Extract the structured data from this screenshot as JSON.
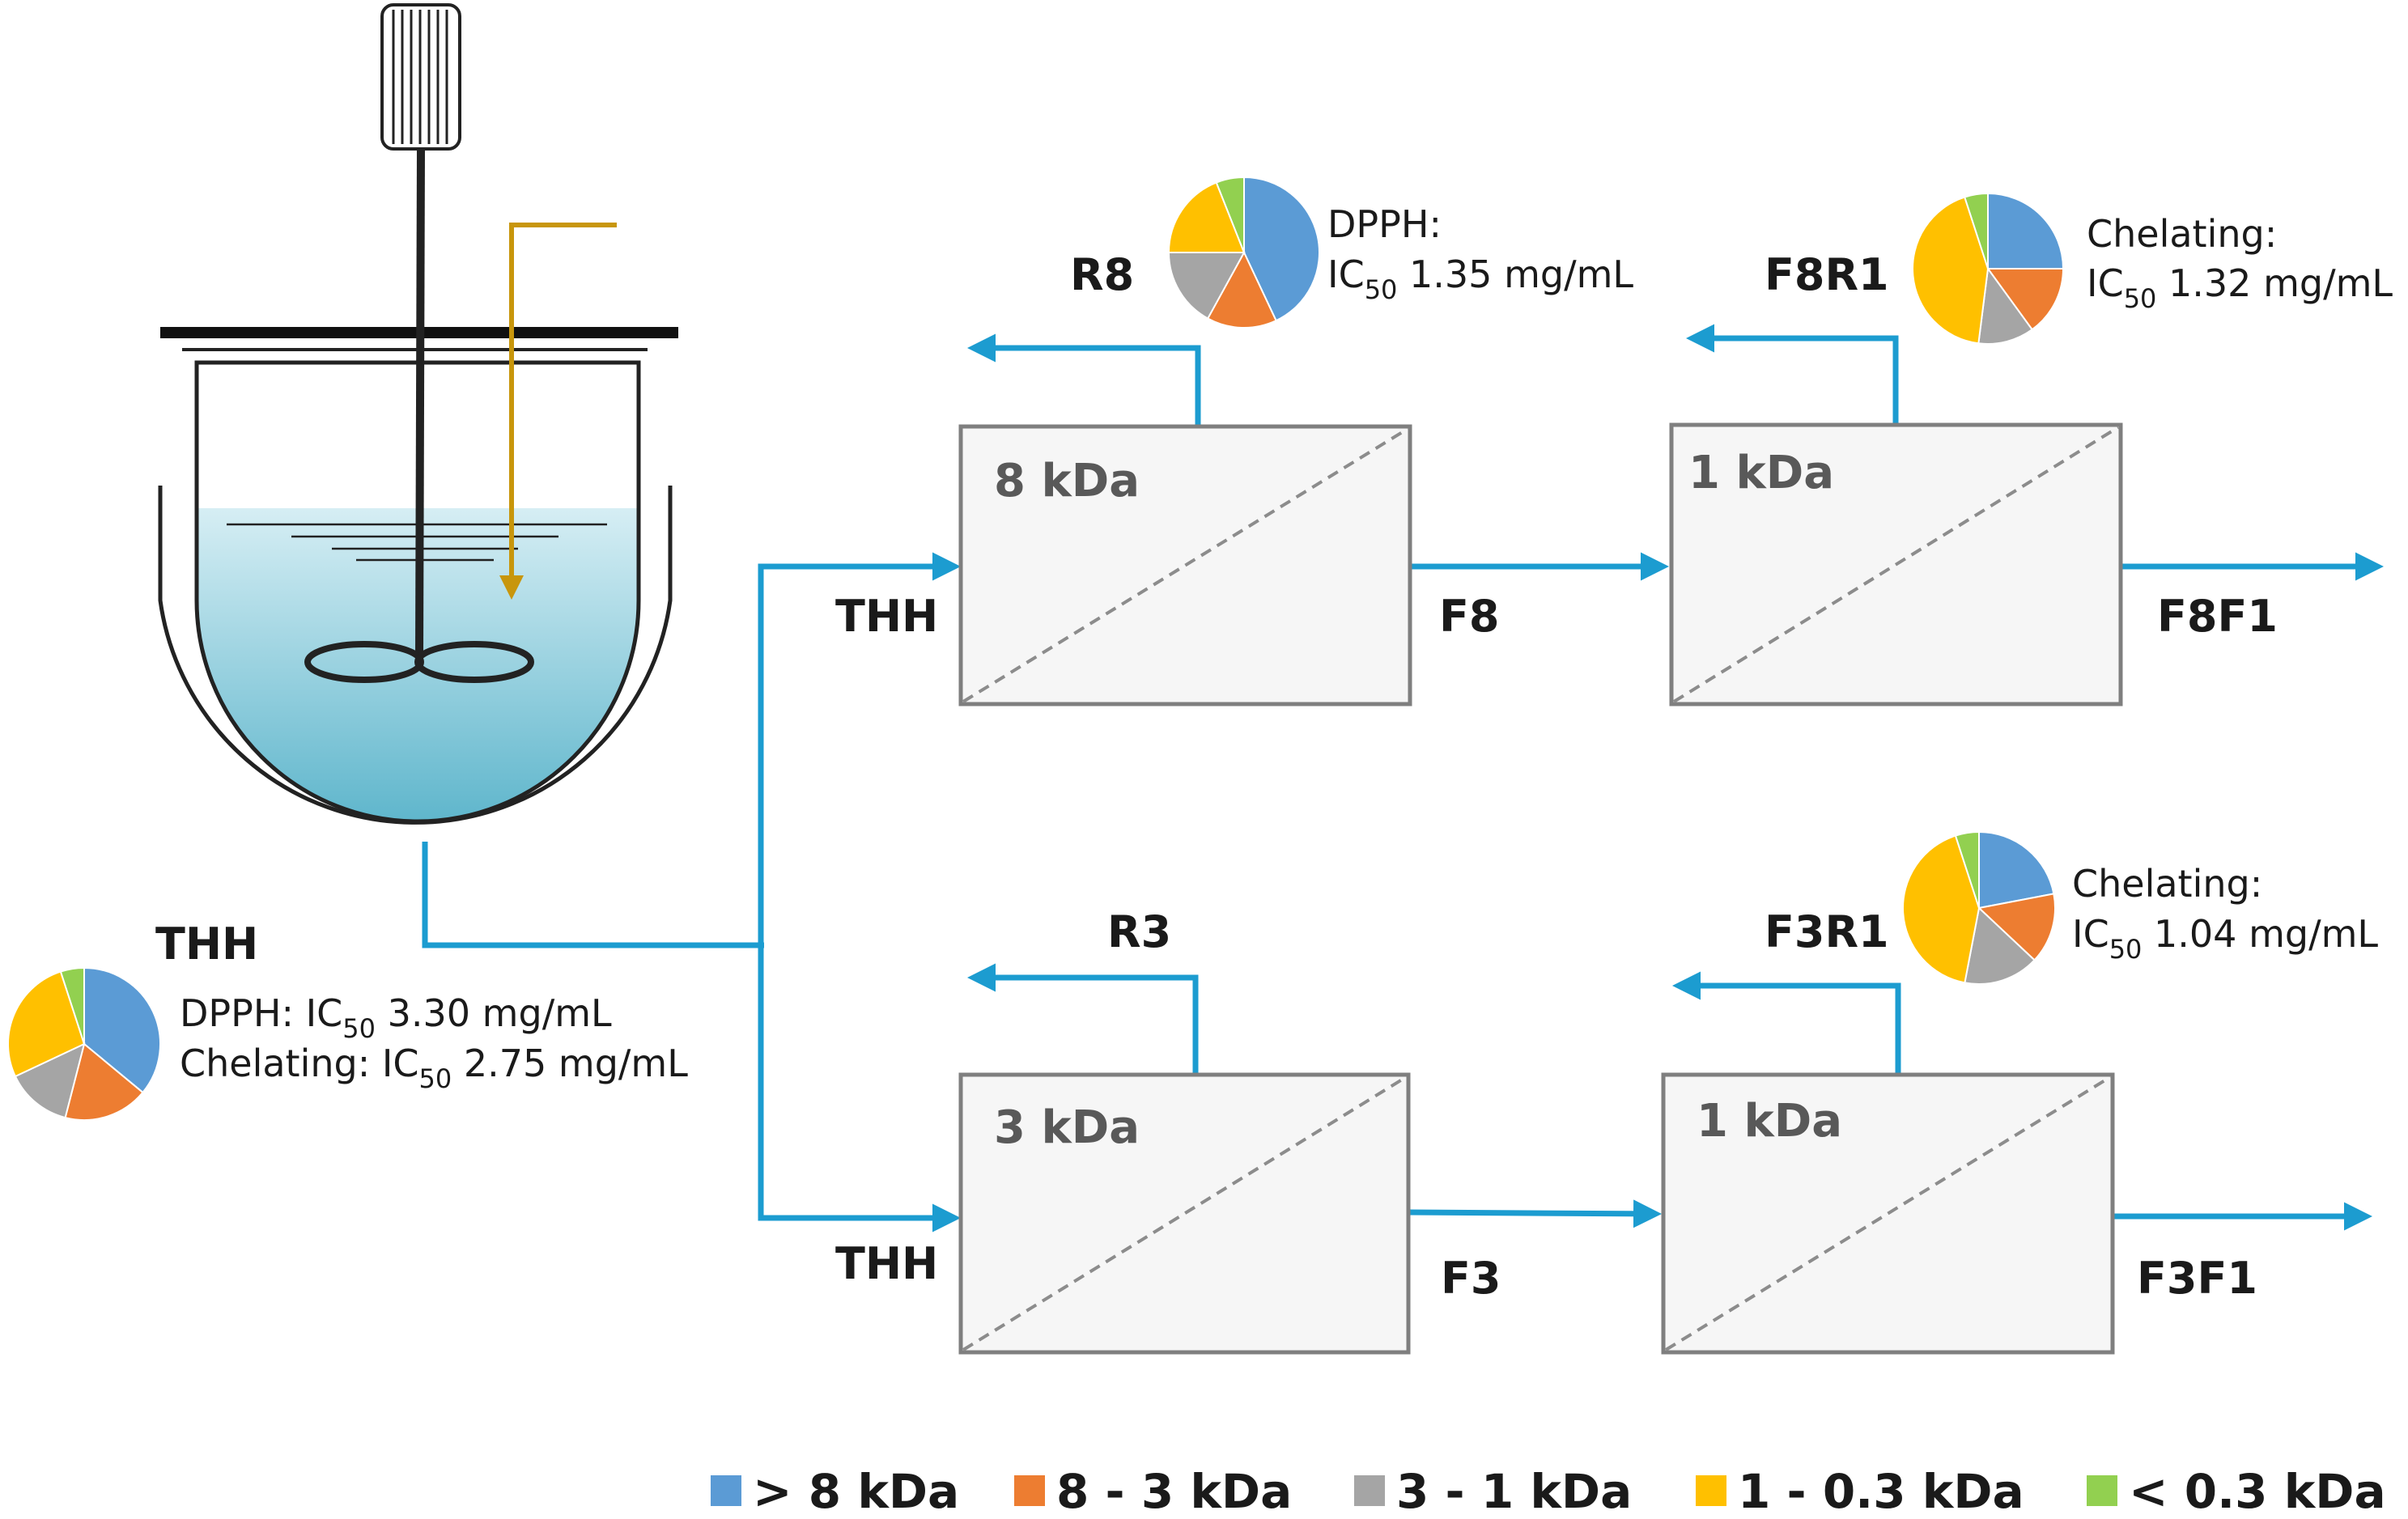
{
  "colors": {
    "flow": "#1c9cd0",
    "feed_line": "#c8960c",
    "liquid_top": "#d6eef4",
    "liquid_bottom": "#5fb6cc",
    "gt8": "#5b9bd5",
    "c8_3": "#ed7d31",
    "c3_1": "#a5a5a5",
    "c1_03": "#ffc000",
    "lt03": "#92d050"
  },
  "reactor": {
    "name": "THH"
  },
  "thh_note": {
    "line1_prefix": "DPPH:  IC",
    "line1_sub": "50",
    "line1_value": " 3.30 mg/mL",
    "line2_prefix": "Chelating: IC",
    "line2_sub": "50",
    "line2_value": " 2.75 mg/mL"
  },
  "membranes": {
    "top_left": {
      "cutoff": "8 kDa"
    },
    "top_right": {
      "cutoff": "1 kDa"
    },
    "bottom_left": {
      "cutoff": "3 kDa"
    },
    "bottom_right": {
      "cutoff": "1 kDa"
    }
  },
  "streams": {
    "thh_top": "THH",
    "thh_bottom": "THH",
    "r8": "R8",
    "f8": "F8",
    "f8r1": "F8R1",
    "f8f1": "F8F1",
    "r3": "R3",
    "f3": "F3",
    "f3r1": "F3R1",
    "f3f1": "F3F1"
  },
  "notes": {
    "r8": {
      "title": "DPPH:",
      "prefix": "IC",
      "sub": "50",
      "value": " 1.35 mg/mL"
    },
    "f8r1": {
      "title": "Chelating:",
      "prefix": "IC",
      "sub": "50",
      "value": " 1.32 mg/mL"
    },
    "f3r1": {
      "title": "Chelating:",
      "prefix": "IC",
      "sub": "50",
      "value": " 1.04 mg/mL"
    }
  },
  "pies": {
    "thh": {
      "gt8": 36,
      "c8_3": 18,
      "c3_1": 14,
      "c1_03": 27,
      "lt03": 5
    },
    "r8": {
      "gt8": 43,
      "c8_3": 15,
      "c3_1": 17,
      "c1_03": 19,
      "lt03": 6
    },
    "f8r1": {
      "gt8": 25,
      "c8_3": 15,
      "c3_1": 12,
      "c1_03": 43,
      "lt03": 5
    },
    "f3r1": {
      "gt8": 22,
      "c8_3": 15,
      "c3_1": 16,
      "c1_03": 42,
      "lt03": 5
    }
  },
  "legend": [
    {
      "key": "gt8",
      "label": "> 8 kDa"
    },
    {
      "key": "c8_3",
      "label": "8 - 3 kDa"
    },
    {
      "key": "c3_1",
      "label": "3 - 1 kDa"
    },
    {
      "key": "c1_03",
      "label": "1 - 0.3 kDa"
    },
    {
      "key": "lt03",
      "label": "< 0.3 kDa"
    }
  ]
}
